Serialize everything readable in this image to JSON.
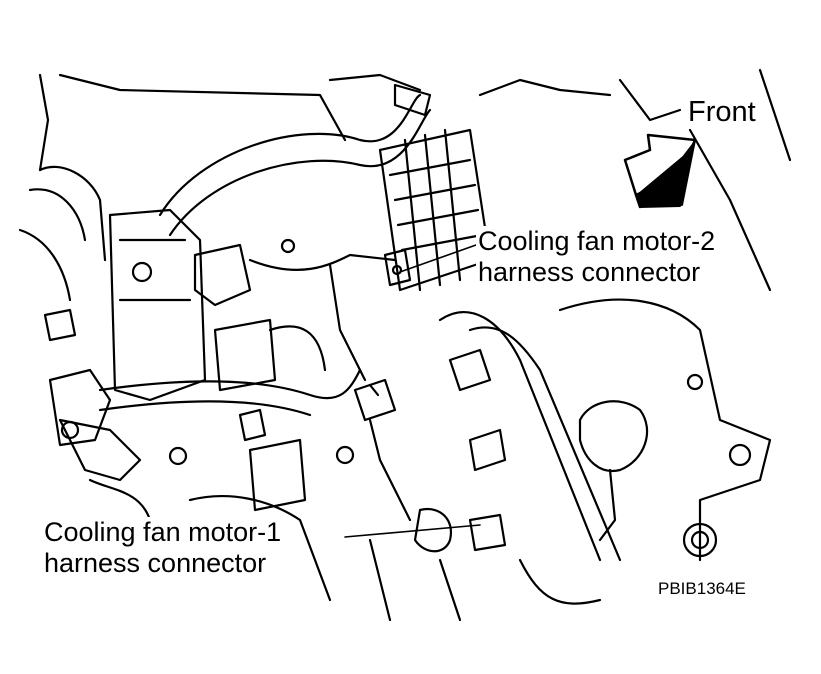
{
  "labels": {
    "front": "Front",
    "fan_motor_2": [
      "Cooling fan motor-2",
      "harness connector"
    ],
    "fan_motor_1": [
      "Cooling fan motor-1",
      "harness connector"
    ],
    "figure_code": "PBIB1364E"
  },
  "colors": {
    "ink": "#000000",
    "paper": "#ffffff"
  }
}
